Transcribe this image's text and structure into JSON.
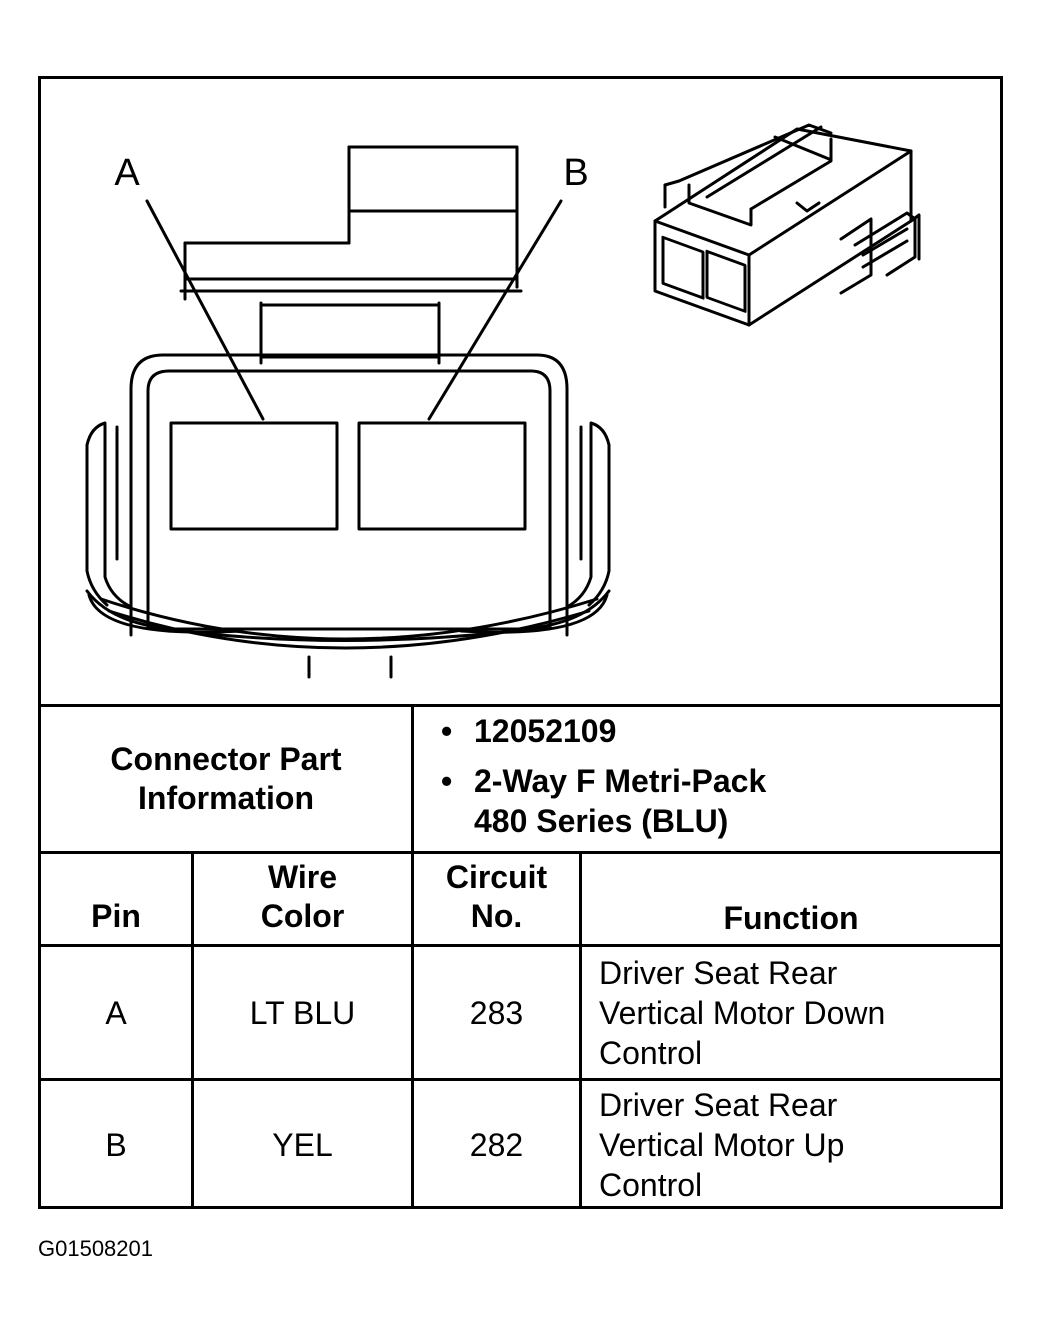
{
  "diagram": {
    "pin_labels": [
      "A",
      "B"
    ]
  },
  "connector_info": {
    "label_lines": [
      "Connector Part",
      "Information"
    ],
    "items": [
      {
        "lines": [
          "12052109"
        ]
      },
      {
        "lines": [
          "2-Way F Metri-Pack",
          "480 Series (BLU)"
        ]
      }
    ]
  },
  "table": {
    "headers": {
      "pin": [
        "Pin"
      ],
      "wire_color": [
        "Wire",
        "Color"
      ],
      "circuit": [
        "Circuit",
        "No."
      ],
      "function": [
        "Function"
      ]
    },
    "rows": [
      {
        "pin": "A",
        "wire_color": "LT BLU",
        "circuit": "283",
        "function": [
          "Driver Seat Rear",
          "Vertical Motor Down",
          "Control"
        ]
      },
      {
        "pin": "B",
        "wire_color": "YEL",
        "circuit": "282",
        "function": [
          "Driver Seat Rear",
          "Vertical Motor Up",
          "Control"
        ]
      }
    ]
  },
  "figure_id": "G01508201"
}
